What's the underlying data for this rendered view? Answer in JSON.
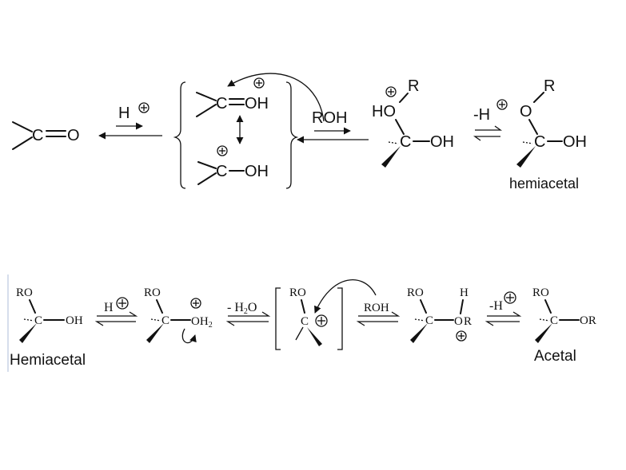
{
  "top": {
    "carbonyl": {
      "c": "C",
      "o": "O"
    },
    "step1": {
      "reagent": "H"
    },
    "oxonium": {
      "c": "C",
      "oh": "OH"
    },
    "carbocation": {
      "c": "C",
      "oh": "OH"
    },
    "step2": {
      "reagent": "ROH"
    },
    "protonated": {
      "ho": "HO",
      "r": "R",
      "c": "C",
      "oh": "OH"
    },
    "step3": {
      "reagent": "-H"
    },
    "hemiacetal": {
      "o": "O",
      "r": "R",
      "c": "C",
      "oh": "OH",
      "label": "hemiacetal"
    }
  },
  "bottom": {
    "hemiacetal": {
      "ro": "RO",
      "c": "C",
      "oh": "OH",
      "label": "Hemiacetal"
    },
    "step1": {
      "reagent": "H"
    },
    "protonated": {
      "ro": "RO",
      "c": "C",
      "o": "O",
      "h2": "H",
      "h2sub": "2"
    },
    "step2": {
      "prefix": "- H",
      "sub": "2",
      "suffix": "O"
    },
    "carbocation": {
      "ro": "RO",
      "c": "C"
    },
    "step3": {
      "reagent": "ROH"
    },
    "oxonium": {
      "ro": "RO",
      "c": "C",
      "o": "O",
      "r": "R",
      "h": "H"
    },
    "step4": {
      "reagent": "-H"
    },
    "acetal": {
      "ro": "RO",
      "c": "C",
      "or": "OR",
      "label": "Acetal"
    }
  },
  "colors": {
    "ink": "#111111",
    "background": "#ffffff"
  }
}
